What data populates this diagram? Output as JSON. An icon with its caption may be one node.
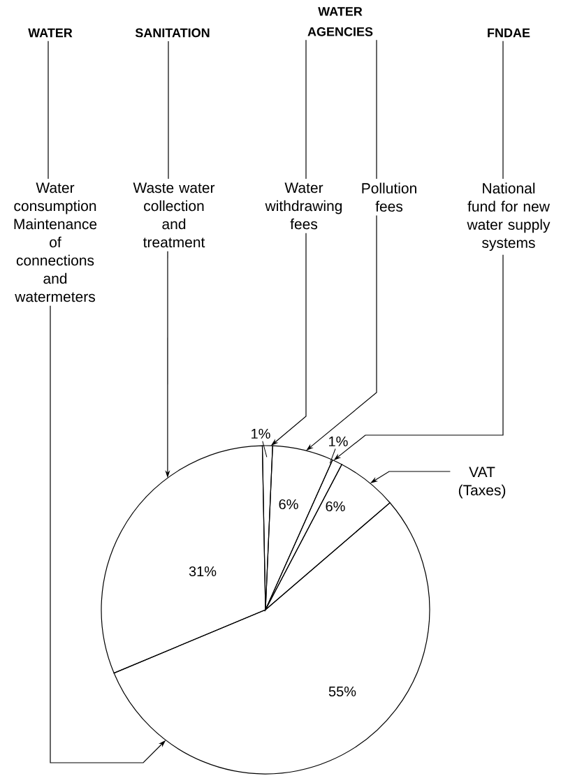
{
  "diagram": {
    "nodes": [
      {
        "text": [
          "WATER"
        ]
      },
      {
        "text": [
          "SANITATION"
        ]
      },
      {
        "text": [
          "WATER AGENCIES"
        ]
      },
      {
        "text": [
          "FNDAE"
        ]
      },
      {
        "text": [
          "Water consumption Maintenance of connections and watermeters"
        ]
      },
      {
        "text": [
          "Waste water collection and treatment"
        ]
      },
      {
        "text": [
          "Water withdrawing fees"
        ]
      },
      {
        "text": [
          "Pollution fees"
        ]
      },
      {
        "text": [
          "National fund for new water supply systems"
        ]
      },
      {
        "text": [
          "VAT (Taxes)"
        ]
      },
      {
        "text": [],
        "shape": "wedge"
      },
      {
        "text": [
          "6%"
        ]
      },
      {
        "text": [],
        "shape": "wedge"
      },
      {
        "text": [
          "6%"
        ]
      },
      {
        "text": [
          "31%"
        ]
      },
      {
        "text": [
          "55%"
        ]
      },
      {
        "text": [
          "1%"
        ]
      },
      {
        "text": [
          "1%"
        ]
      }
    ],
    "edges": [
      {
        "from": 0,
        "to": 4,
        "arrow": "none"
      },
      {
        "from": 1,
        "to": 5,
        "arrow": "none"
      },
      {
        "from": 2,
        "to": 6,
        "arrow": "none"
      },
      {
        "from": 2,
        "to": 7,
        "arrow": "none"
      },
      {
        "from": 3,
        "to": 8,
        "arrow": "none"
      },
      {
        "from": 4,
        "to": 15,
        "arrow": "to"
      },
      {
        "from": 5,
        "to": 14,
        "arrow": "to"
      },
      {
        "from": 6,
        "to": 10,
        "arrow": "to"
      },
      {
        "from": 7,
        "to": 11,
        "arrow": "to"
      },
      {
        "from": 8,
        "to": 12,
        "arrow": "to"
      },
      {
        "from": 9,
        "to": 13,
        "arrow": "to"
      },
      {
        "from": 16,
        "to": 10,
        "arrow": "none"
      },
      {
        "from": 17,
        "to": 12,
        "arrow": "none"
      }
    ]
  }
}
